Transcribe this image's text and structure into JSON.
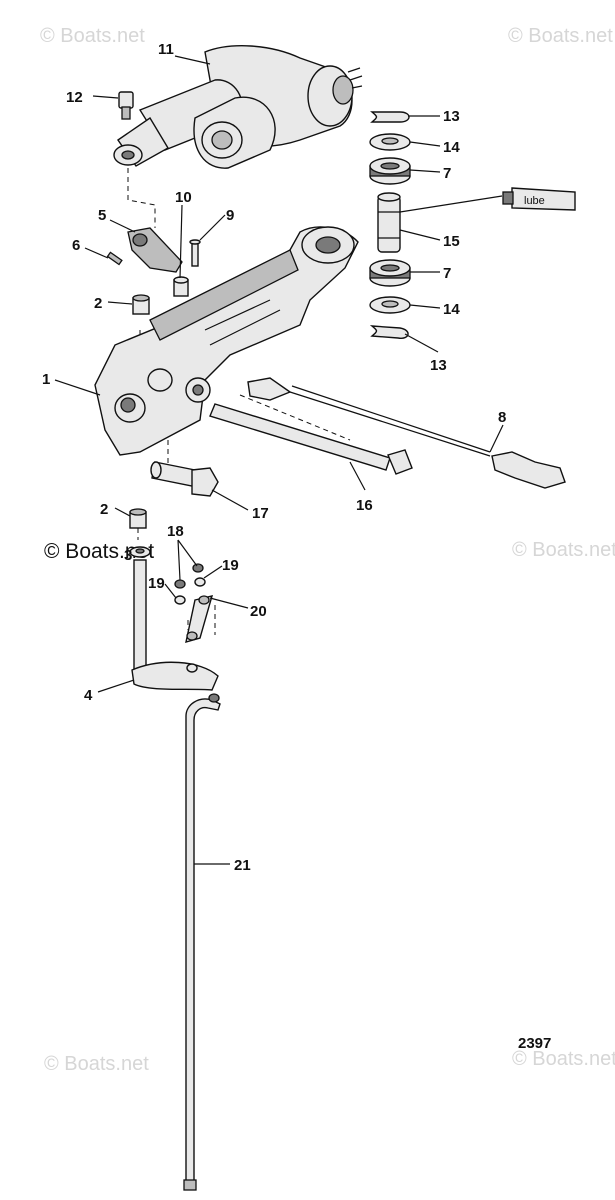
{
  "diagram": {
    "figure_number": "2397",
    "lube_label": "lube",
    "watermarks": [
      "© Boats.net",
      "© Boats.net",
      "© Boats.net",
      "© Boats.net",
      "© Boats.net",
      "© Boats.net"
    ],
    "callouts": [
      "11",
      "12",
      "13",
      "14",
      "7",
      "15",
      "7",
      "14",
      "13",
      "5",
      "10",
      "9",
      "6",
      "2",
      "1",
      "8",
      "16",
      "17",
      "2",
      "3",
      "18",
      "19",
      "19",
      "20",
      "4",
      "21"
    ]
  }
}
